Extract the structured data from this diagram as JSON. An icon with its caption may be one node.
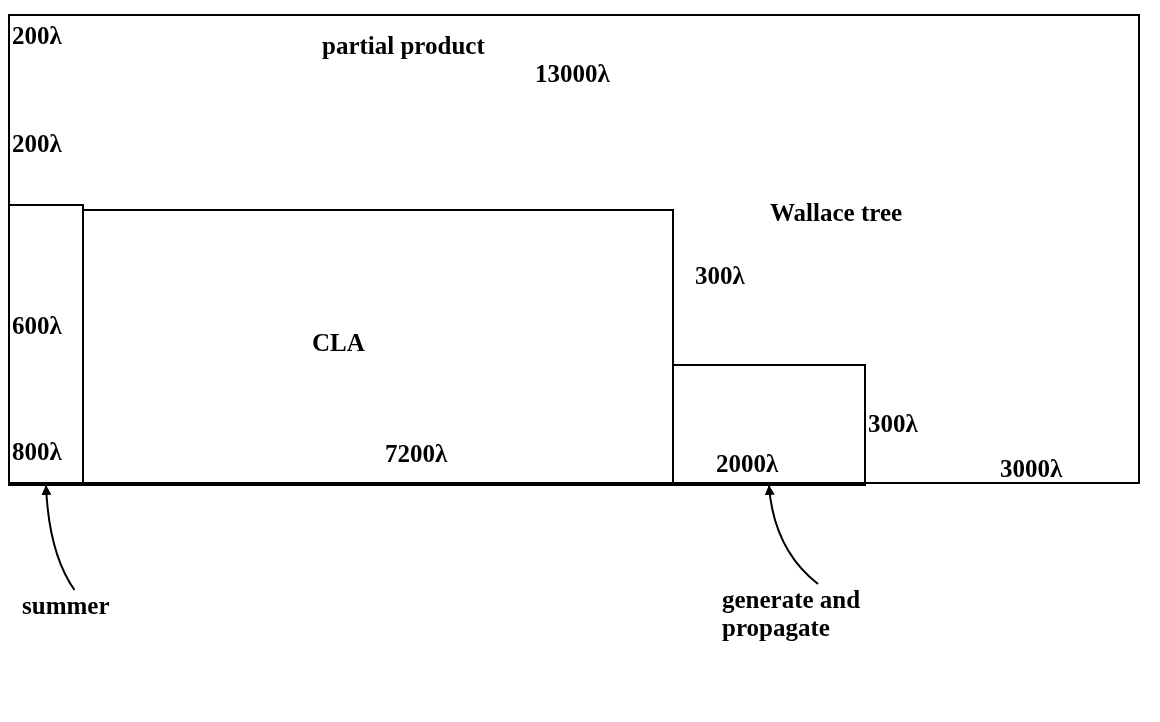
{
  "diagram": {
    "nodes": [
      {
        "text": [
          "partial product",
          "Wallace tree"
        ]
      },
      {
        "text": [],
        "shape": "box",
        "in": 0
      },
      {
        "text": [
          "CLA"
        ],
        "in": 0
      },
      {
        "text": [],
        "shape": "box",
        "in": 0
      },
      {
        "text": [
          "summer"
        ]
      },
      {
        "text": [
          "generate and propagate"
        ]
      }
    ],
    "edges": [
      {
        "from": 4,
        "to": 1,
        "arrow": "to"
      },
      {
        "from": 5,
        "to": 3,
        "arrow": "to"
      }
    ],
    "labels": [
      "200λ",
      "13000λ",
      "200λ",
      "300λ",
      "600λ",
      "300λ",
      "800λ",
      "7200λ",
      "2000λ",
      "3000λ"
    ]
  }
}
